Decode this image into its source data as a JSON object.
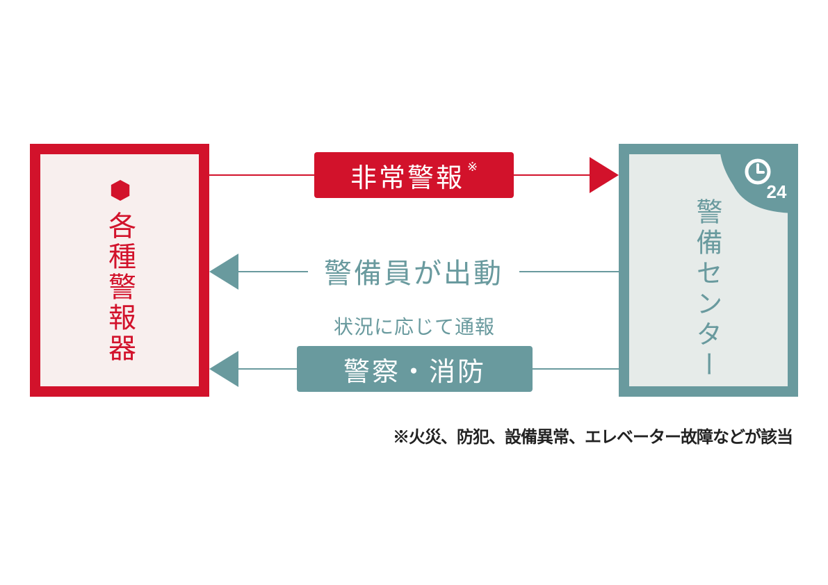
{
  "device": {
    "label": "各種警報器",
    "color": "#d2122b"
  },
  "center": {
    "label": "警備センター",
    "badge_text": "24",
    "badge_icon": "clock-icon",
    "color": "#699a9e"
  },
  "flows": {
    "alarm": {
      "label": "非常警報",
      "mark": "※"
    },
    "dispatch": {
      "label": "警備員が出動"
    },
    "report": {
      "label": "状況に応じて通報"
    },
    "police": {
      "label": "警察・消防"
    }
  },
  "footnote": {
    "text": "※火災、防犯、設備異常、エレベーター故障などが該当"
  }
}
